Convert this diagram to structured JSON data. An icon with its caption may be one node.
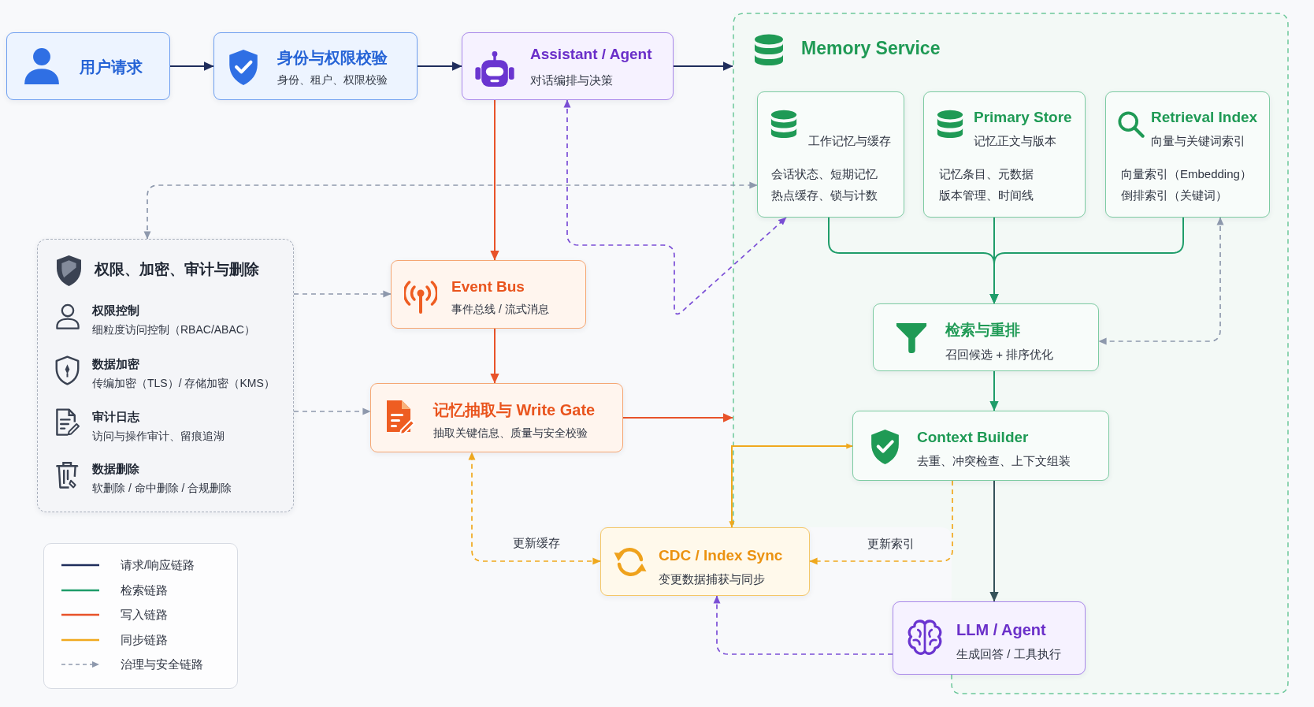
{
  "diagram": {
    "nodes": [
      {
        "text": [
          "用户请求"
        ]
      },
      {
        "text": [
          "身份与权限校验",
          "身份、租户、权限校验"
        ]
      },
      {
        "text": [
          "Assistant / Agent",
          "对话编排与决策"
        ]
      },
      {
        "text": [
          "Memory Service"
        ]
      },
      {
        "text": [
          "工作记忆与缓存",
          "会话状态、短期记忆",
          "热点缓存、锁与计数"
        ],
        "in": 3
      },
      {
        "text": [
          "Primary Store",
          "记忆正文与版本",
          "记忆条目、元数据",
          "版本管理、时间线"
        ],
        "in": 3
      },
      {
        "text": [
          "Retrieval Index",
          "向量与关键词索引",
          "向量索引（Embedding）",
          "倒排索引（关键词）"
        ],
        "in": 3
      },
      {
        "text": [
          "权限、加密、审计与删除",
          "权限控制",
          "细粒度访问控制（RBAC/ABAC）",
          "数据加密",
          "传编加密（TLS）/ 存储加密（KMS）",
          "审计日志",
          "访问与操作审计、留痕追湖",
          "数据删除",
          "软删除 / 命中删除 / 合规删除"
        ]
      },
      {
        "text": [
          "Event Bus",
          "事件总线 / 流式消息"
        ]
      },
      {
        "text": [
          "检索与重排",
          "召回候选 + 排序优化"
        ],
        "in": 3
      },
      {
        "text": [
          "记忆抽取与 Write Gate",
          "抽取关键信息、质量与安全校验"
        ]
      },
      {
        "text": [
          "Context Builder",
          "去重、冲突检查、上下文组装"
        ],
        "in": 3
      },
      {
        "text": [
          "CDC / Index Sync",
          "变更数据捕获与同步"
        ]
      },
      {
        "text": [
          "LLM / Agent",
          "生成回答 / 工具执行"
        ],
        "in": 3
      }
    ],
    "edges": [
      {
        "from": 0,
        "to": 1,
        "arrow": "to",
        "color": "#1f2d5c"
      },
      {
        "from": 1,
        "to": 2,
        "arrow": "to",
        "color": "#1f2d5c"
      },
      {
        "from": 2,
        "to": 3,
        "arrow": "to",
        "color": "#1f2d5c"
      },
      {
        "from": 2,
        "to": 8,
        "arrow": "to",
        "color": "#e8532a"
      },
      {
        "from": 8,
        "to": 10,
        "arrow": "to",
        "color": "#e8532a"
      },
      {
        "from": 10,
        "to": 3,
        "arrow": "to",
        "color": "#e8532a"
      },
      {
        "from": 4,
        "to": 9,
        "arrow": "to",
        "color": "#1f9d6a"
      },
      {
        "from": 5,
        "to": 9,
        "arrow": "to",
        "color": "#1f9d6a"
      },
      {
        "from": 6,
        "to": 9,
        "arrow": "to",
        "color": "#1f9d6a"
      },
      {
        "from": 9,
        "to": 11,
        "arrow": "to",
        "color": "#1f9d6a"
      },
      {
        "from": 11,
        "to": 13,
        "arrow": "to",
        "color": "#35525a"
      },
      {
        "from": 12,
        "to": 11,
        "arrow": "both",
        "color": "#f0a91e"
      },
      {
        "from": 11,
        "to": 12,
        "arrow": "to",
        "label": "更新索引",
        "style": "dashed",
        "color": "#f0a91e"
      },
      {
        "from": 12,
        "to": 10,
        "arrow": "both",
        "label": "更新缓存",
        "style": "dashed",
        "color": "#f0a91e"
      },
      {
        "from": 13,
        "to": 12,
        "arrow": "to",
        "style": "dashed",
        "color": "#7b4fd6"
      },
      {
        "from": 2,
        "to": 4,
        "arrow": "both",
        "style": "dashed",
        "color": "#7b4fd6"
      },
      {
        "from": 7,
        "to": 4,
        "arrow": "both",
        "style": "dashed",
        "color": "#8e99ad"
      },
      {
        "from": 7,
        "to": 8,
        "arrow": "to",
        "style": "dashed",
        "color": "#8e99ad"
      },
      {
        "from": 7,
        "to": 10,
        "arrow": "to",
        "style": "dashed",
        "color": "#8e99ad"
      },
      {
        "from": 6,
        "to": 9,
        "arrow": "both",
        "style": "dashed",
        "color": "#8e99ad"
      }
    ],
    "legend": [
      {
        "text": "请求/响应链路",
        "color": "#1f2d5c"
      },
      {
        "text": "检索链路",
        "color": "#1f9d6a"
      },
      {
        "text": "写入链路",
        "color": "#e8532a"
      },
      {
        "text": "同步链路",
        "color": "#f0a91e"
      },
      {
        "text": "治理与安全链路"
      }
    ]
  }
}
